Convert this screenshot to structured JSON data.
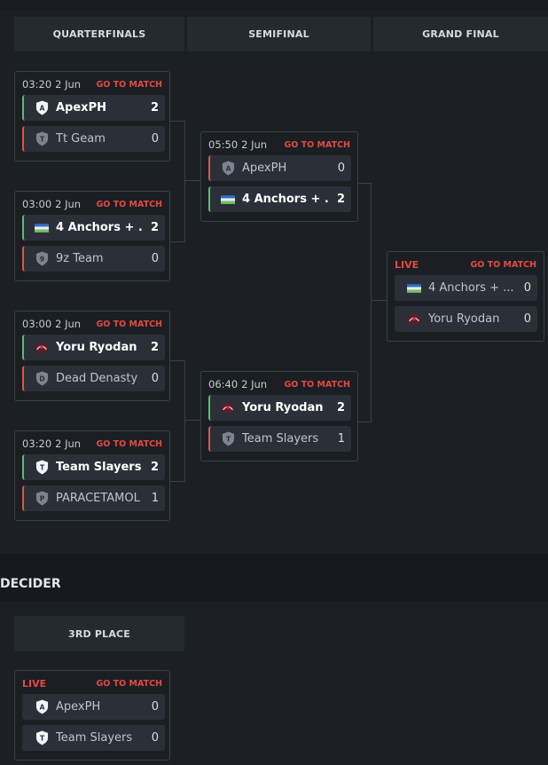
{
  "stages": {
    "quarterfinals": "QUARTERFINALS",
    "semifinal": "SEMIFINAL",
    "grand_final": "GRAND FINAL"
  },
  "labels": {
    "goto": "GO TO MATCH",
    "live": "LIVE"
  },
  "decider": {
    "title": "DECIDER",
    "stage": "3RD PLACE"
  },
  "matches": {
    "qf1": {
      "time": "03:20",
      "date": "2 Jun",
      "t1": {
        "name": "ApexPH",
        "score": "2"
      },
      "t2": {
        "name": "Tt Geam",
        "score": "0"
      }
    },
    "qf2": {
      "time": "03:00",
      "date": "2 Jun",
      "t1": {
        "name": "4 Anchors + ...",
        "score": "2"
      },
      "t2": {
        "name": "9z Team",
        "score": "0"
      }
    },
    "qf3": {
      "time": "03:00",
      "date": "2 Jun",
      "t1": {
        "name": "Yoru Ryodan",
        "score": "2"
      },
      "t2": {
        "name": "Dead Denasty",
        "score": "0"
      }
    },
    "qf4": {
      "time": "03:20",
      "date": "2 Jun",
      "t1": {
        "name": "Team Slayers",
        "score": "2"
      },
      "t2": {
        "name": "PARACETAMOL",
        "score": "1"
      }
    },
    "sf1": {
      "time": "05:50",
      "date": "2 Jun",
      "t1": {
        "name": "ApexPH",
        "score": "0"
      },
      "t2": {
        "name": "4 Anchors + ...",
        "score": "2"
      }
    },
    "sf2": {
      "time": "06:40",
      "date": "2 Jun",
      "t1": {
        "name": "Yoru Ryodan",
        "score": "2"
      },
      "t2": {
        "name": "Team Slayers",
        "score": "1"
      }
    },
    "gf": {
      "t1": {
        "name": "4 Anchors + ...",
        "score": "0"
      },
      "t2": {
        "name": "Yoru Ryodan",
        "score": "0"
      }
    },
    "third": {
      "t1": {
        "name": "ApexPH",
        "score": "0"
      },
      "t2": {
        "name": "Team Slayers",
        "score": "0"
      }
    }
  },
  "icon_letters": {
    "apex": "A",
    "tt": "T",
    "nine": "9",
    "dead": "D",
    "team": "T",
    "para": "P"
  },
  "colors": {
    "win": "#5fbb72",
    "loss": "#e0534a",
    "live": "#e24a45",
    "goto": "#e04b41"
  }
}
